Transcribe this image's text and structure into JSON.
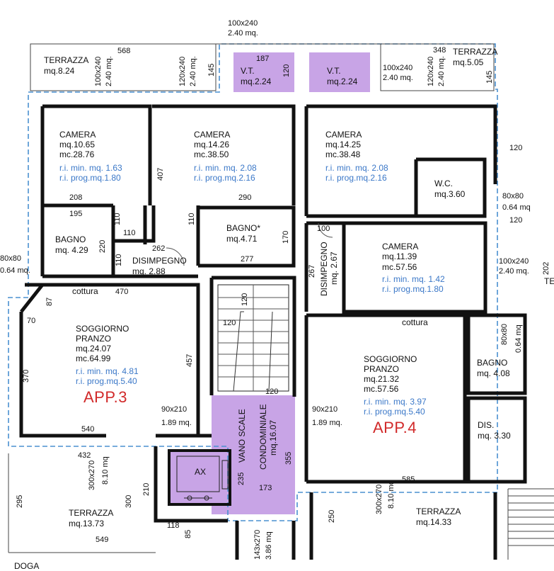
{
  "rooms": {
    "terrazza_tl": {
      "name": "TERRAZZA",
      "area": "mq.8.24"
    },
    "terrazza_tr": {
      "name": "TERRAZZA",
      "area": "mq.5.05"
    },
    "vt_left": {
      "name": "V.T.",
      "area": "mq.2.24"
    },
    "vt_right": {
      "name": "V.T.",
      "area": "mq.2.24"
    },
    "camera1": {
      "name": "CAMERA",
      "area": "mq.10.65",
      "volume": "mc.28.76",
      "ri_min": "r.i. min. mq. 1.63",
      "ri_prog": "r.i. prog.mq.1.80"
    },
    "camera2": {
      "name": "CAMERA",
      "area": "mq.14.26",
      "volume": "mc.38.50",
      "ri_min": "r.i. min. mq. 2.08",
      "ri_prog": "r.i. prog.mq.2.16"
    },
    "camera3": {
      "name": "CAMERA",
      "area": "mq.14.25",
      "volume": "mc.38.48",
      "ri_min": "r.i. min. mq. 2.08",
      "ri_prog": "r.i. prog.mq.2.16"
    },
    "camera4": {
      "name": "CAMERA",
      "area": "mq.11.39",
      "volume": "mc.57.56",
      "ri_min": "r.i. min. mq. 1.42",
      "ri_prog": "r.i. prog.mq.1.80"
    },
    "wc": {
      "name": "W.C.",
      "area": "mq.3.60"
    },
    "bagno1": {
      "name": "BAGNO",
      "area": "mq. 4.29"
    },
    "bagno2": {
      "name": "BAGNO*",
      "area": "mq.4.71"
    },
    "bagno3": {
      "name": "BAGNO",
      "area": "mq. 4.08"
    },
    "disimpegno1": {
      "name": "DISIMPEGNO",
      "area": "mq. 2.88"
    },
    "disimpegno2": {
      "name": "DISIMPEGNO",
      "area": "mq. 2.67"
    },
    "dis": {
      "name": "DIS.",
      "area": "mq. 3.30"
    },
    "soggiorno3": {
      "name1": "SOGGIORNO",
      "name2": "PRANZO",
      "area": "mq.24.07",
      "volume": "mc.64.99",
      "ri_min": "r.i. min. mq. 4.81",
      "ri_prog": "r.i. prog.mq.5.40",
      "cottura": "cottura"
    },
    "soggiorno4": {
      "name1": "SOGGIORNO",
      "name2": "PRANZO",
      "area": "mq.21.32",
      "volume": "mc.57.56",
      "ri_min": "r.i. min. mq. 3.97",
      "ri_prog": "r.i. prog.mq.5.40",
      "cottura": "cottura"
    },
    "vano_scale": {
      "name1": "VANO SCALE",
      "name2": "CONDOMINIALE",
      "area": "mq.16.07"
    },
    "ax": {
      "name": "AX"
    },
    "terrazza_bl": {
      "name": "TERRAZZA",
      "area": "mq.13.73"
    },
    "terrazza_br": {
      "name": "TERRAZZA",
      "area": "mq.14.33"
    },
    "doga": {
      "name": "DOGA"
    },
    "te_partial": {
      "name": "TE"
    }
  },
  "apartments": {
    "app3": "APP.3",
    "app4": "APP.4"
  },
  "openings": {
    "top_center": {
      "size": "100x240",
      "area": "2.40 mq."
    },
    "tl_1": {
      "size": "100x240",
      "area": "2.40 mq."
    },
    "tl_2": {
      "size": "120x240",
      "area": "2.40 mq."
    },
    "vt_right": {
      "size": "100x240",
      "area": "2.40 mq."
    },
    "tr": {
      "size": "120x240",
      "area": "2.40 mq."
    },
    "wc_window": {
      "size": "80x80",
      "area": "0.64 mq"
    },
    "camera4_window": {
      "size": "100x240",
      "area": "2.40 mq."
    },
    "bagno1_window": {
      "size": "80x80",
      "area": "0.64 mq."
    },
    "bagno3_window": {
      "size": "80x80",
      "area": "0.64 mq"
    },
    "door_left": {
      "size": "90x210",
      "area": "1.89 mq."
    },
    "door_right": {
      "size": "90x210",
      "area": "1.89 mq."
    },
    "bottom_left": {
      "size": "300x270",
      "area": "8.10 mq"
    },
    "bottom_right": {
      "size": "300x270",
      "area": "8.10 mq"
    },
    "bottom_center": {
      "size": "143x270",
      "area": "3.86 mq"
    }
  },
  "dimensions": {
    "d568": "568",
    "d187": "187",
    "d120a": "120",
    "d348": "348",
    "d145a": "145",
    "d145b": "145",
    "d120b": "120",
    "d120c": "120",
    "d407": "407",
    "d208": "208",
    "d290": "290",
    "d195": "195",
    "d110a": "110",
    "d110b": "110",
    "d110c": "110",
    "d110d": "110",
    "d220": "220",
    "d170": "170",
    "d262": "262",
    "d277": "277",
    "d100": "100",
    "d267": "267",
    "d202": "202",
    "d470": "470",
    "d87": "87",
    "d70": "70",
    "d370": "370",
    "d457": "457",
    "d540": "540",
    "d120d": "120",
    "d120e": "120",
    "d120f": "120",
    "d432": "432",
    "d295": "295",
    "d300": "300",
    "d210": "210",
    "d235": "235",
    "d355": "355",
    "d173": "173",
    "d118": "118",
    "d85": "85",
    "d549": "549",
    "d585": "585",
    "d250": "250"
  },
  "colors": {
    "wall": "#111111",
    "purple": "#c8a4e6",
    "blue_dashed": "#4a90d0",
    "blue_text": "#3b78c8",
    "red_text": "#d12a2a"
  }
}
